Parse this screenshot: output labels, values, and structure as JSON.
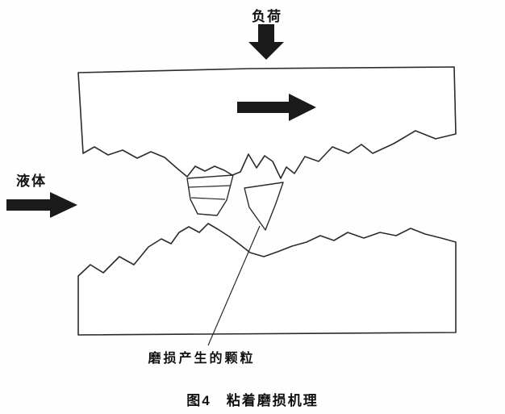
{
  "diagram": {
    "title": "adhesive wear mechanism schematic",
    "load_label": "负荷",
    "liquid_label": "液体",
    "particle_label": "磨损产生的颗粒",
    "caption": "图4　粘着磨损机理",
    "colors": {
      "ink": "#2b2b2b",
      "arrow": "#1a1a1a",
      "background": "#fefefe"
    }
  }
}
